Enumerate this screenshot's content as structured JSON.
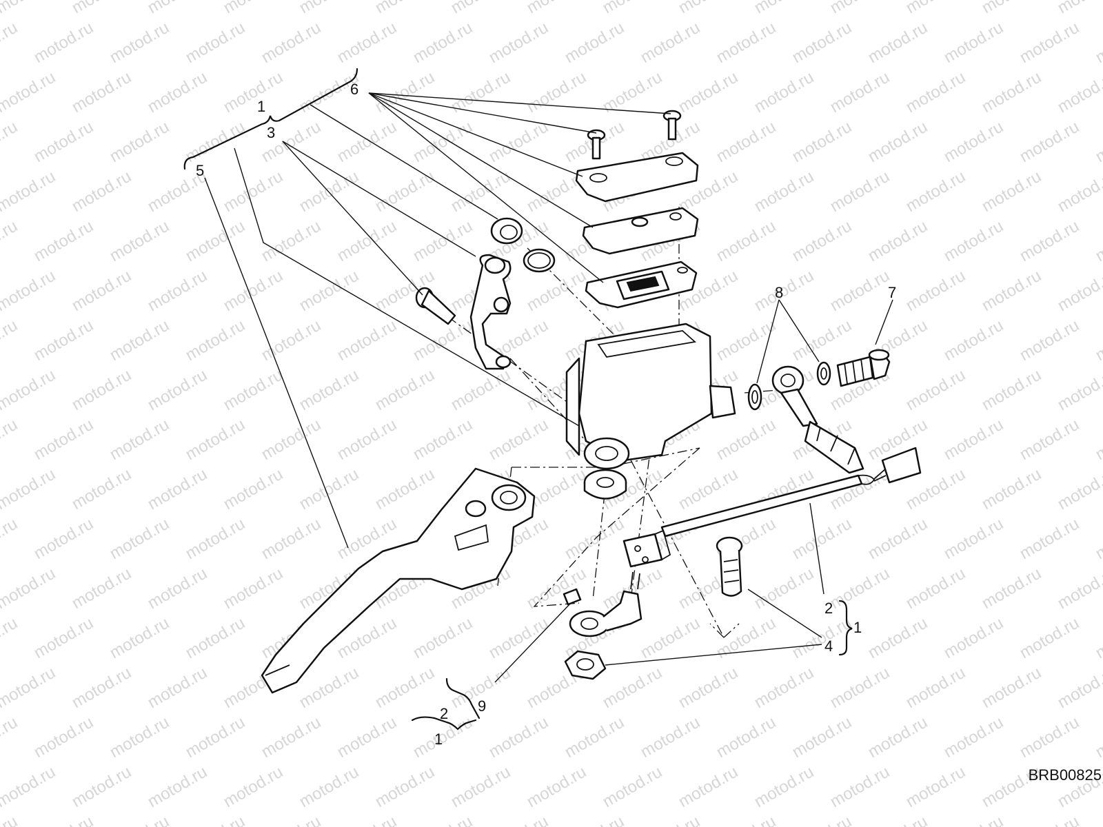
{
  "diagram": {
    "ref_code": "BRB00825",
    "watermark_text": "motod.ru",
    "callouts": {
      "c1_top": "1",
      "c3": "3",
      "c5": "5",
      "c6": "6",
      "c8": "8",
      "c7": "7",
      "c2_right": "2",
      "c1_right": "1",
      "c4": "4",
      "c9": "9",
      "c2_bottom": "2",
      "c1_bottom": "1"
    }
  }
}
